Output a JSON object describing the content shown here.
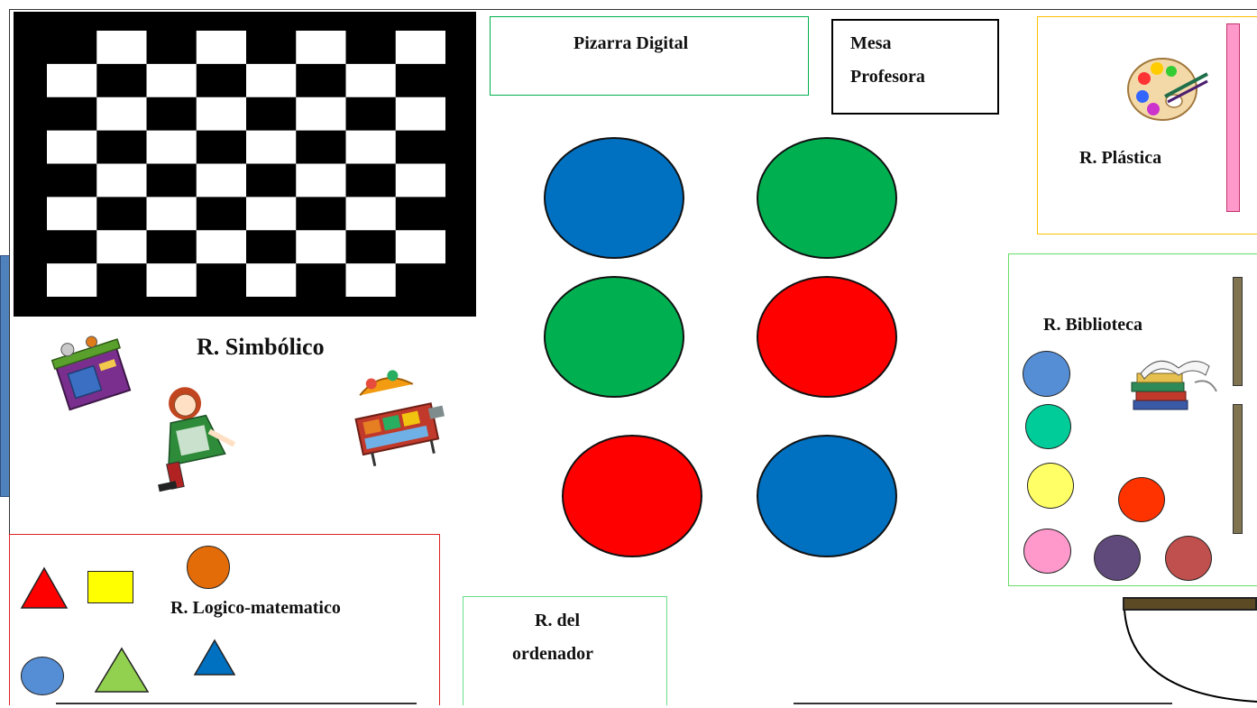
{
  "colors": {
    "blue": "#0070c0",
    "green": "#00b050",
    "red": "#ff0000",
    "light_blue": "#558ed5",
    "teal": "#00cc99",
    "yellow": "#ffff66",
    "orange_red": "#ff3300",
    "pink": "#ff99cc",
    "purple": "#604a7b",
    "brown_red": "#c0504d",
    "orange": "#e36c09",
    "lime": "#92d050",
    "olive": "#7f7350",
    "easel_pink": "#ff99cc",
    "door_brown": "#5c4a25",
    "wall_blue": "#4f81bd"
  },
  "labels": {
    "pizarra": "Pizarra Digital",
    "mesa_line1": "Mesa",
    "mesa_line2": "Profesora",
    "plastica": "R. Plástica",
    "simbolico": "R. Simbólico",
    "biblioteca": "R. Biblioteca",
    "logico": "R. Logico-matematico",
    "ordenador_line1": "R. del",
    "ordenador_line2": "ordenador"
  },
  "icons": {
    "palette": "paint-palette-icon",
    "kitchen": "toy-kitchen-icon",
    "doll": "rag-doll-icon",
    "shop": "toy-market-stall-icon",
    "books": "books-icon"
  }
}
